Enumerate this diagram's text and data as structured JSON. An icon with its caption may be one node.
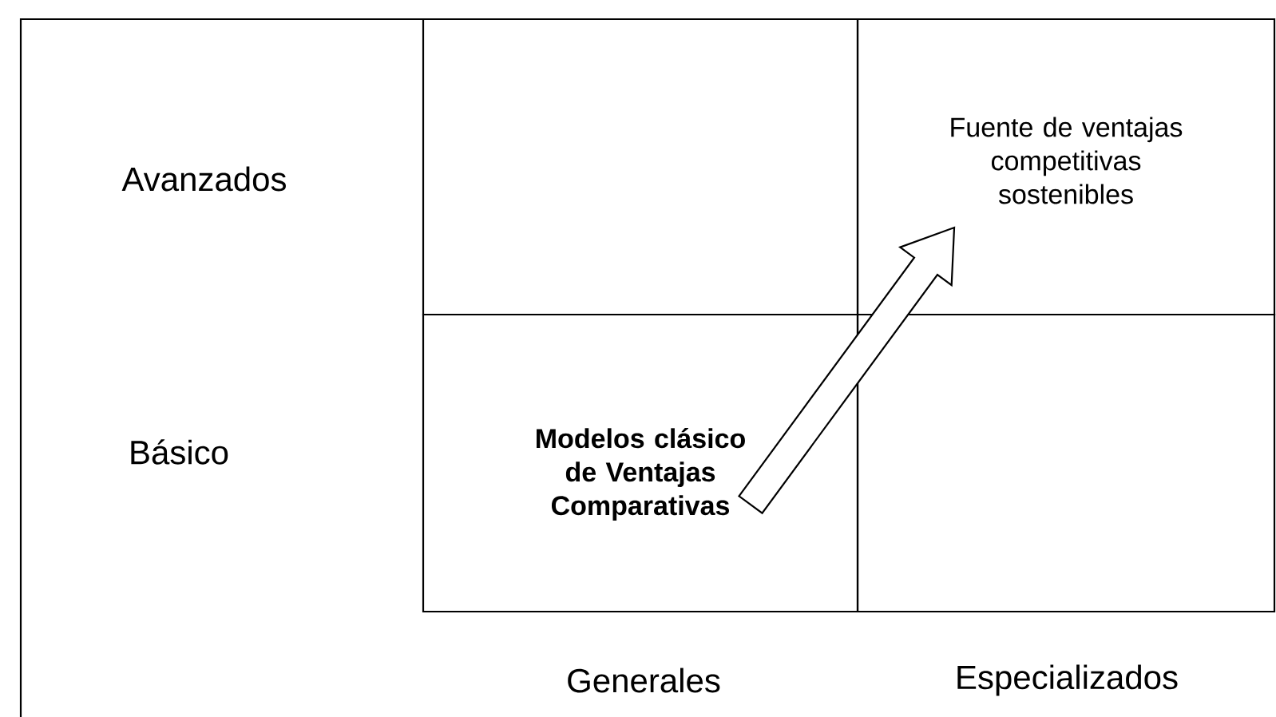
{
  "diagram": {
    "nodes": [
      {
        "text": [],
        "shape": "box"
      },
      {
        "text": [
          "Fuente de ventajas competitivas sostenibles"
        ]
      },
      {
        "text": [
          "Modelos clásico de Ventajas Comparativas"
        ]
      },
      {
        "text": [],
        "shape": "box"
      }
    ],
    "edges": [
      {
        "from": 2,
        "to": 1,
        "arrow": "to"
      }
    ],
    "labels": [
      "Avanzados",
      "Básico",
      "Generales",
      "Especializados"
    ]
  }
}
